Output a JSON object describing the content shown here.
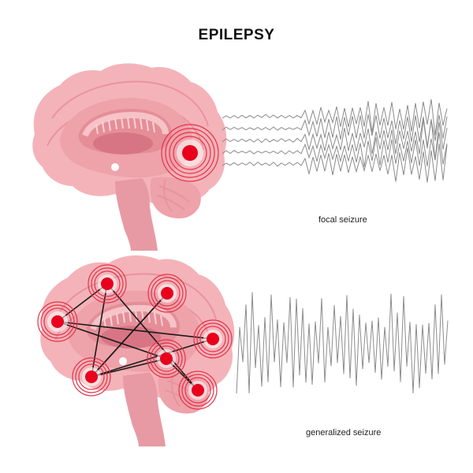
{
  "title": "EPILEPSY",
  "panels": [
    {
      "id": "focal",
      "caption": "focal seizure"
    },
    {
      "id": "generalized",
      "caption": "generalized seizure"
    }
  ],
  "colors": {
    "brain_outer": "#f4b3b8",
    "brain_mid": "#eea2aa",
    "brain_inner": "#e58e98",
    "brain_dark": "#d87585",
    "stem": "#e79aa4",
    "seizure_core": "#e8001c",
    "seizure_ring": "#e4324a",
    "wave": "#8c8c8c",
    "network_line": "#1a1a1a"
  },
  "icons": [
    "brain-illustration",
    "seizure-focus-icon",
    "eeg-wave"
  ]
}
